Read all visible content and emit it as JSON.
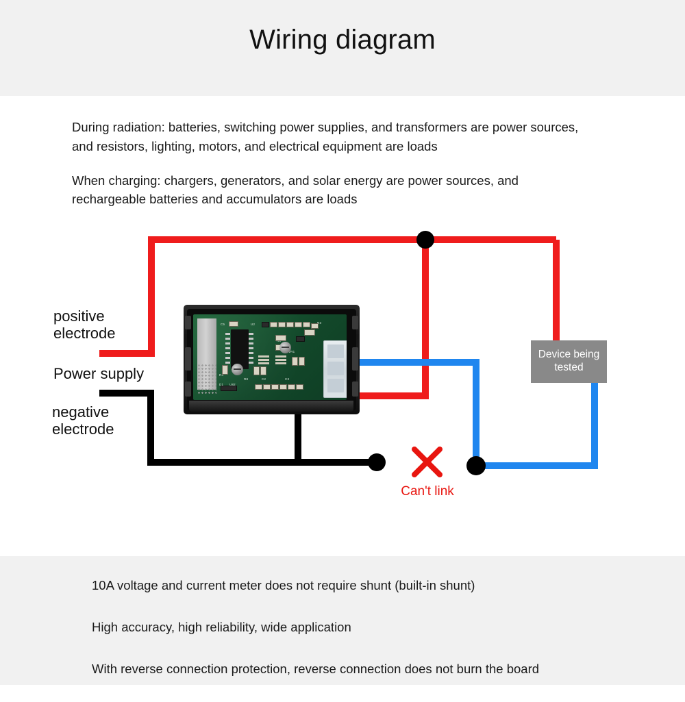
{
  "header": {
    "title": "Wiring diagram",
    "band_color": "#f1f1f1"
  },
  "intro": {
    "paragraphs": [
      "During radiation: batteries, switching power supplies, and transformers are power sources, and resistors, lighting, motors, and electrical equipment are loads",
      "When charging: chargers, generators, and solar energy are power sources, and rechargeable batteries and accumulators are loads"
    ]
  },
  "diagram": {
    "labels": {
      "positive_electrode": "positive\nelectrode",
      "power_supply": "Power supply",
      "negative_electrode": "negative\nelectrode",
      "cant_link": "Can't link"
    },
    "device_box": {
      "text": "Device being\ntested",
      "fill": "#898989",
      "text_color": "#ffffff"
    },
    "wire_colors": {
      "positive_red": "#ef1c1c",
      "negative_black": "#000000",
      "measure_blue": "#1f86ef",
      "junction_dot": "#000000",
      "forbidden_mark": "#e8150f"
    },
    "meter": {
      "name": "digital volt-ampere meter module",
      "shell_color": "#161616",
      "pcb_color": "#14512c",
      "terminal_screw_color": "#f0850e",
      "terminals": [
        {
          "position": "top",
          "wire": "measure_blue"
        },
        {
          "position": "middle",
          "wire": "negative_black"
        },
        {
          "position": "bottom",
          "wire": "positive_red"
        }
      ],
      "silkscreen": [
        "C5",
        "U2",
        "R5",
        "VR1",
        "R2",
        "R3",
        "R8",
        "C2",
        "C3",
        "U82",
        "D1",
        "R4"
      ]
    }
  },
  "footer": {
    "lines": [
      "10A voltage and current meter does not require shunt (built-in shunt)",
      "High accuracy, high reliability, wide application",
      "With reverse connection protection, reverse connection does not burn the board"
    ],
    "band_color": "#f1f1f1"
  }
}
